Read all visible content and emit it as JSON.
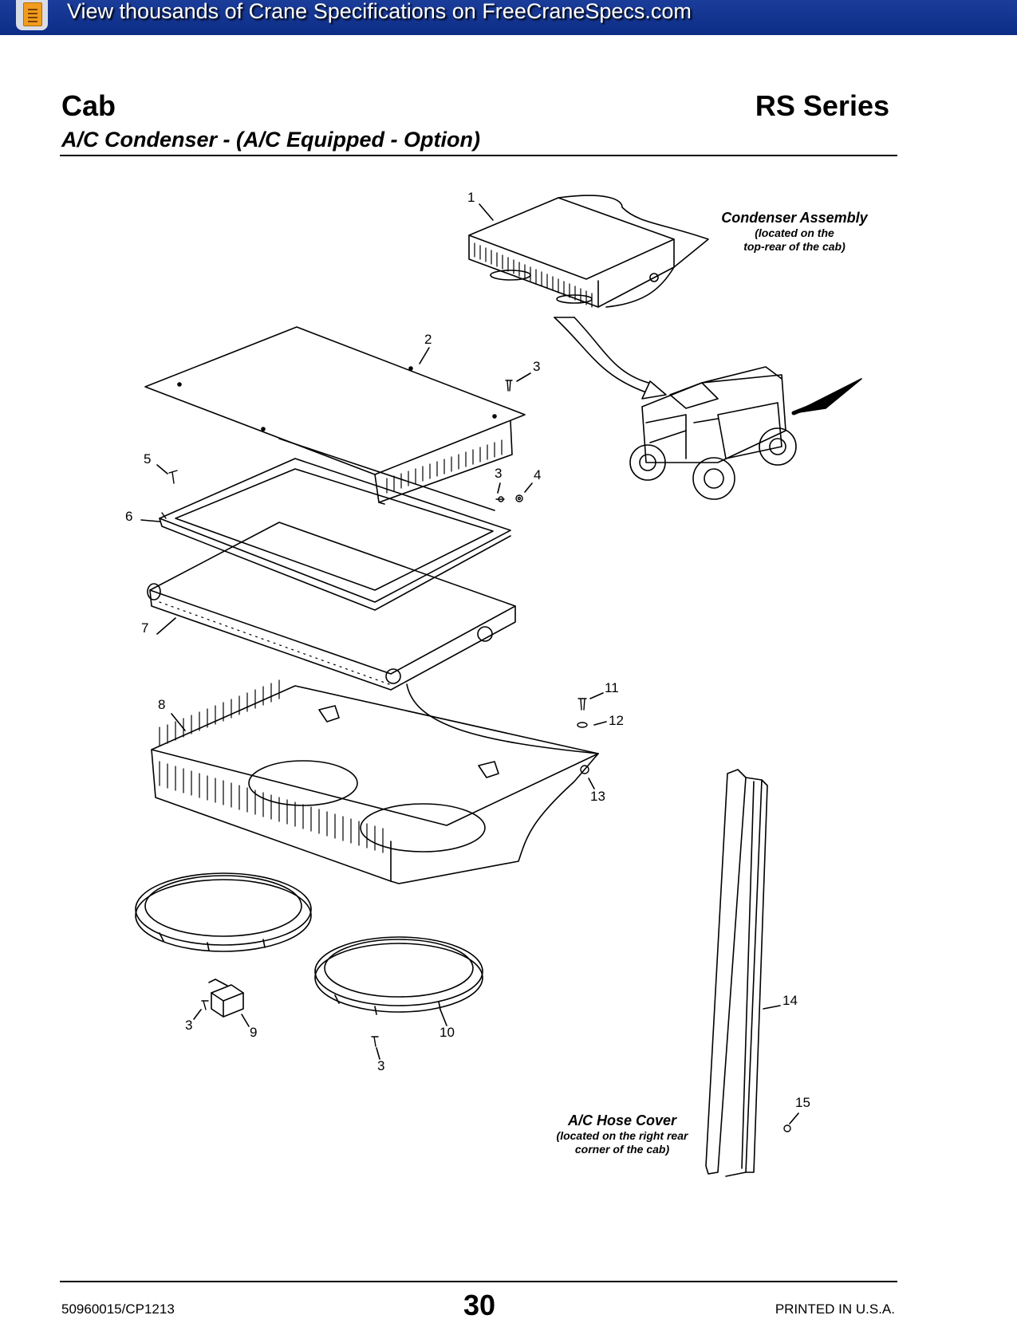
{
  "banner": {
    "icon": "document-icon",
    "text": "View thousands of Crane Specifications on FreeCraneSpecs.com",
    "color": "#0c2c86"
  },
  "header": {
    "section": "Cab",
    "series": "RS Series",
    "subtitle": "A/C Condenser - (A/C Equipped - Option)"
  },
  "diagram": {
    "captions": {
      "condenser_title": "Condenser Assembly",
      "condenser_line1": "(located on the",
      "condenser_line2": "top-rear of the cab)",
      "hose_title": "A/C Hose Cover",
      "hose_line1": "(located on the right rear",
      "hose_line2": "corner of the cab)"
    },
    "callouts": [
      "1",
      "2",
      "3",
      "3",
      "4",
      "5",
      "6",
      "7",
      "8",
      "11",
      "12",
      "13",
      "14",
      "15",
      "3",
      "9",
      "10",
      "3"
    ]
  },
  "footer": {
    "doc_number": "50960015/CP1213",
    "page": "30",
    "printed": "PRINTED IN U.S.A."
  }
}
